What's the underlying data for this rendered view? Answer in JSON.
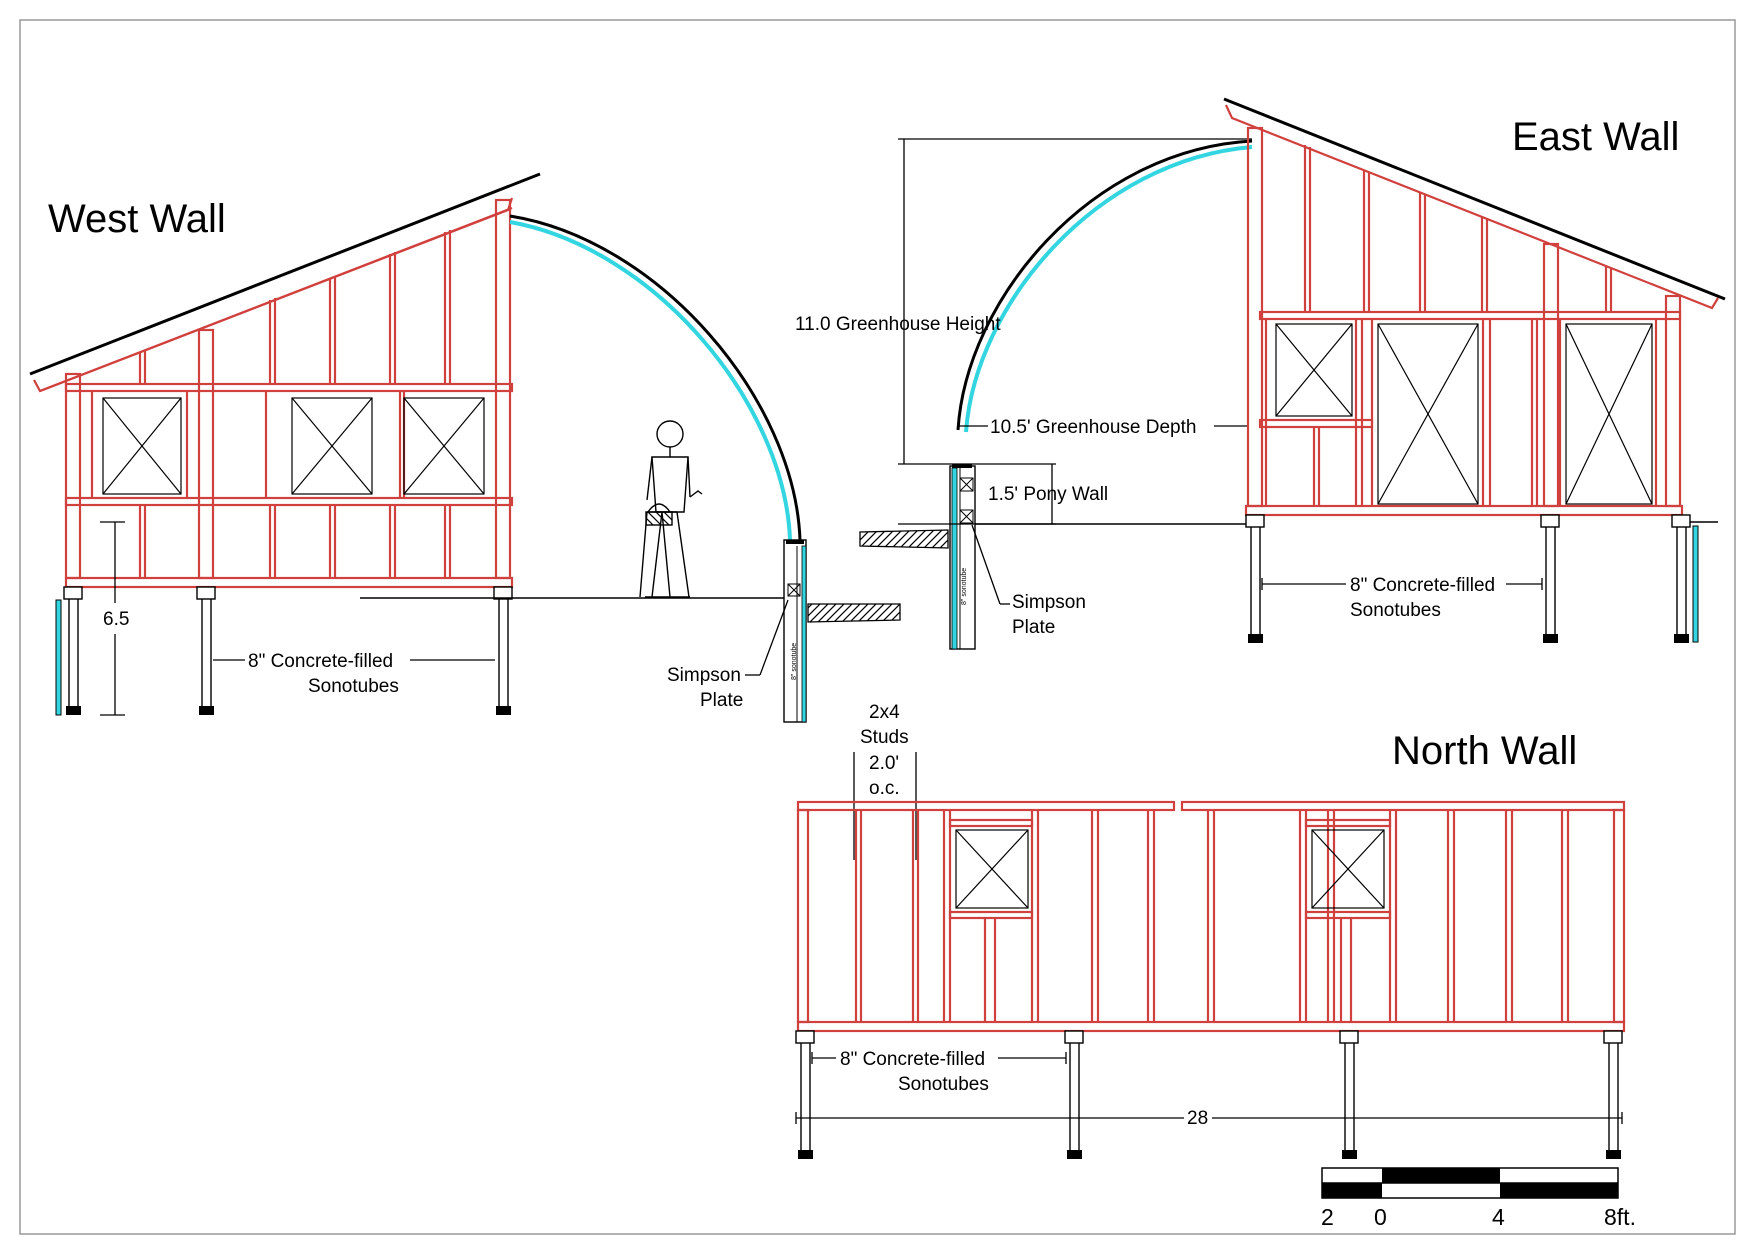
{
  "titles": {
    "west_wall": "West Wall",
    "east_wall": "East Wall",
    "north_wall": "North Wall"
  },
  "west_labels": {
    "height_dim": "6.5",
    "sonotubes_line1": "8\" Concrete-filled",
    "sonotubes_line2": "Sonotubes",
    "simpson_line1": "Simpson",
    "simpson_line2": "Plate",
    "sonotube_tag": "8\" sonotube"
  },
  "center_labels": {
    "greenhouse_height": "11.0 Greenhouse Height",
    "greenhouse_depth": "10.5' Greenhouse Depth",
    "pony_wall": "1.5' Pony Wall",
    "simpson_line1": "Simpson",
    "simpson_line2": "Plate",
    "sonotube_tag": "8\" sonotube"
  },
  "east_labels": {
    "sonotubes_line1": "8\" Concrete-filled",
    "sonotubes_line2": "Sonotubes"
  },
  "north_labels": {
    "studs_line1": "2x4",
    "studs_line2": "Studs",
    "studs_line3": "2.0'",
    "studs_line4": "o.c.",
    "sonotubes_line1": "8\" Concrete-filled",
    "sonotubes_line2": "Sonotubes",
    "length_dim": "28"
  },
  "scale_bar": {
    "ticks": [
      "2",
      "0",
      "4",
      "8ft."
    ]
  },
  "colors": {
    "framing": "#d0413e",
    "glazing": "#33d6e0",
    "ink": "#000000"
  }
}
